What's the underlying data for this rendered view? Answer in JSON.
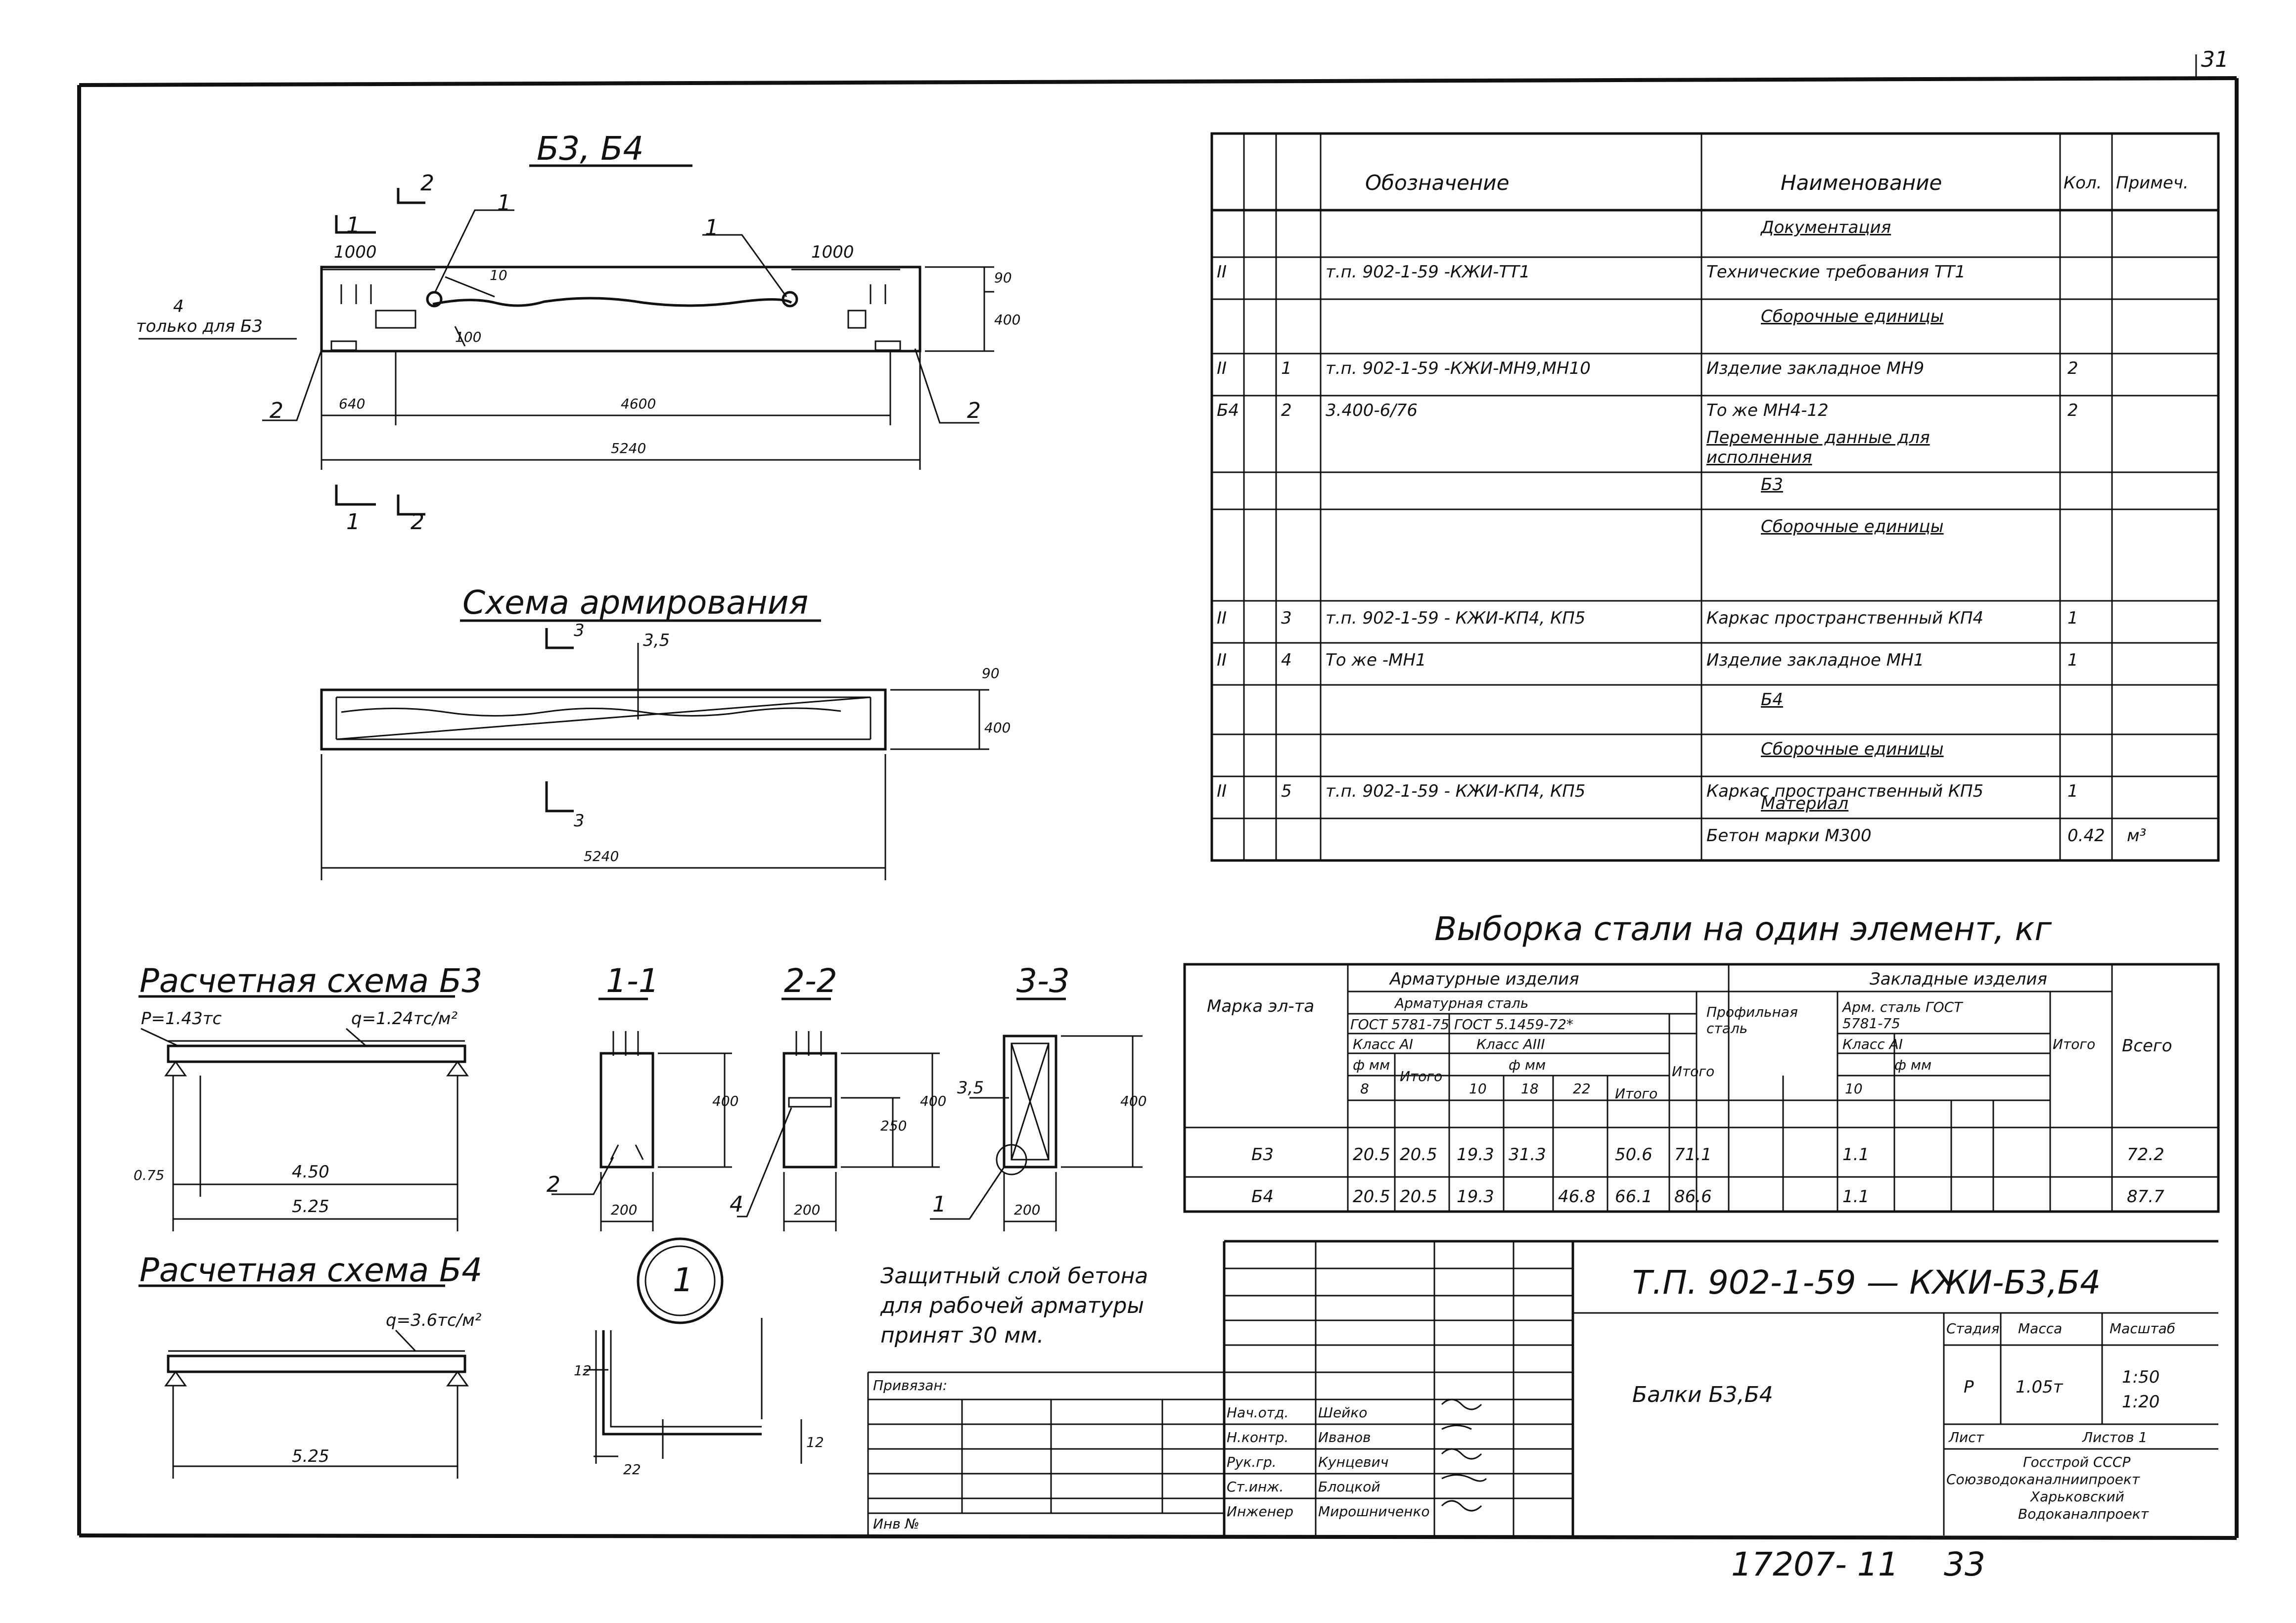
{
  "sheet": {
    "page_number": "31",
    "footer_number": "17207- 11",
    "footer_page": "33"
  },
  "drawing": {
    "title": "Б3, Б4",
    "only_b3_note": "только для Б3",
    "dims": {
      "d1000_left": "1000",
      "d1000_right": "1000",
      "d640": "640",
      "d4600": "4600",
      "d5240": "5240",
      "d10": "10",
      "d90": "90",
      "d400": "400",
      "d100": "100"
    },
    "callouts": {
      "c1": "1",
      "c1b": "1",
      "c2": "2",
      "c2b": "2",
      "c2c": "2",
      "c4": "4",
      "s1": "1",
      "s2": "2",
      "s2b": "2",
      "s1b": "1"
    }
  },
  "reinforcement": {
    "title": "Схема армирования",
    "label_35": "3,5",
    "sec3a": "3",
    "sec3b": "3",
    "d90": "90",
    "d400": "400",
    "d5240": "5240"
  },
  "calc_b3": {
    "title": "Расчетная схема Б3",
    "p_load": "P=1.43тс",
    "q_load": "q=1.24тс/м²",
    "dim_075": "0.75",
    "dim_450": "4.50",
    "dim_525": "5.25"
  },
  "calc_b4": {
    "title": "Расчетная схема Б4",
    "q_load": "q=3.6тс/м²",
    "dim_525": "5.25"
  },
  "sections": {
    "s11": {
      "title": "1-1",
      "height": "400",
      "width": "200",
      "callout": "2"
    },
    "s22": {
      "title": "2-2",
      "height": "400",
      "inner": "250",
      "width": "200",
      "callout": "4"
    },
    "s33": {
      "title": "3-3",
      "height": "400",
      "width": "200",
      "callout": "1",
      "label": "3,5"
    }
  },
  "detail": {
    "label": "1",
    "d12": "12",
    "d22": "22",
    "d12b": "12"
  },
  "note": {
    "line1": "Защитный слой бетона",
    "line2": "для рабочей арматуры",
    "line3": "принят 30 мм."
  },
  "spec_table": {
    "headers": {
      "oboz": "Обозначение",
      "naim": "Наименование",
      "kol": "Кол.",
      "prim": "Примеч."
    },
    "rows": [
      {
        "a": "",
        "b": "",
        "oboz": "",
        "naim": "Документация",
        "kol": "",
        "prim": "",
        "underline": true
      },
      {
        "a": "II",
        "b": "",
        "oboz": "т.п. 902-1-59  -КЖИ-ТТ1",
        "naim": "Технические требования ТТ1",
        "kol": "",
        "prim": ""
      },
      {
        "a": "",
        "b": "",
        "oboz": "",
        "naim": "Сборочные   единицы",
        "kol": "",
        "prim": "",
        "underline": true
      },
      {
        "a": "II",
        "b": "1",
        "oboz": "т.п. 902-1-59  -КЖИ-МН9,МН10",
        "naim": "Изделие закладное      МН9",
        "kol": "2",
        "prim": ""
      },
      {
        "a": "Б4",
        "b": "2",
        "oboz": "3.400-6/76",
        "naim": "То же               МН4-12",
        "kol": "2",
        "prim": ""
      },
      {
        "a": "",
        "b": "",
        "oboz": "",
        "naim": "Переменные данные для исполнения",
        "kol": "",
        "prim": ""
      },
      {
        "a": "",
        "b": "",
        "oboz": "",
        "naim": "Б3",
        "kol": "",
        "prim": "",
        "underline": true
      },
      {
        "a": "",
        "b": "",
        "oboz": "",
        "naim": "Сборочные   единицы",
        "kol": "",
        "prim": "",
        "underline": true
      },
      {
        "a": "II",
        "b": "3",
        "oboz": "т.п. 902-1-59 - КЖИ-КП4, КП5",
        "naim": "Каркас пространственный КП4",
        "kol": "1",
        "prim": ""
      },
      {
        "a": "II",
        "b": "4",
        "oboz": "То же               -МН1",
        "naim": "Изделие закладное      МН1",
        "kol": "1",
        "prim": ""
      },
      {
        "a": "",
        "b": "",
        "oboz": "",
        "naim": "Б4",
        "kol": "",
        "prim": "",
        "underline": true
      },
      {
        "a": "",
        "b": "",
        "oboz": "",
        "naim": "Сборочные   единицы",
        "kol": "",
        "prim": "",
        "underline": true
      },
      {
        "a": "II",
        "b": "5",
        "oboz": "т.п. 902-1-59 - КЖИ-КП4, КП5",
        "naim": "Каркас пространственный КП5",
        "kol": "1",
        "prim": ""
      },
      {
        "a": "",
        "b": "",
        "oboz": "",
        "naim": "Материал",
        "kol": "",
        "prim": "",
        "underline": true
      },
      {
        "a": "",
        "b": "",
        "oboz": "",
        "naim": "Бетон марки М300",
        "kol": "0.42",
        "prim": "м³"
      }
    ]
  },
  "steel_table": {
    "title": "Выборка стали на один элемент, кг",
    "h_marka": "Марка эл-та",
    "h_armat": "Арматурные изделия",
    "h_armsteel": "Арматурная сталь",
    "h_gost1": "ГОСТ 5781-75",
    "h_gost2": "ГОСТ 5.1459-72*",
    "h_klass_a1": "Класс АI",
    "h_klass_a3": "Класс АIII",
    "h_fmm1": "ф мм",
    "h_fmm2": "ф мм",
    "h_itogo1": "Итого",
    "h_itogo2": "Итого",
    "h_itogo3": "Итого",
    "h_d8": "8",
    "h_d10": "10",
    "h_d18": "18",
    "h_d22": "22",
    "h_zaklad": "Закладные изделия",
    "h_prof": "Профильная сталь",
    "h_armsteel2": "Арм. сталь ГОСТ 5781-75",
    "h_klass_a12": "Класс АI",
    "h_fmm3": "ф мм",
    "h_d10b": "10",
    "h_itogo4": "Итого",
    "h_vsego": "Всего",
    "rows": [
      {
        "marka": "Б3",
        "v8": "20.5",
        "it1": "20.5",
        "v10": "19.3",
        "v18": "31.3",
        "v22": "",
        "it2": "50.6",
        "it3": "71.1",
        "z10": "1.1",
        "vsego": "72.2"
      },
      {
        "marka": "Б4",
        "v8": "20.5",
        "it1": "20.5",
        "v10": "19.3",
        "v18": "",
        "v22": "46.8",
        "it2": "66.1",
        "it3": "86.6",
        "z10": "1.1",
        "vsego": "87.7"
      }
    ]
  },
  "title_block": {
    "code": "Т.П. 902-1-59  —  КЖИ-Б3,Б4",
    "name": "Балки Б3,Б4",
    "privyazan": "Привязан:",
    "inv": "Инв №",
    "h_stadia": "Стадия",
    "h_massa": "Масса",
    "h_masshtab": "Масштаб",
    "stadia": "Р",
    "massa": "1.05т",
    "masshtab1": "1:50",
    "masshtab2": "1:20",
    "list": "Лист",
    "listov": "Листов 1",
    "org1": "Госстрой СССР",
    "org2": "Союзводоканалниипроект",
    "org3": "Харьковский",
    "org4": "Водоканалпроект",
    "people": [
      {
        "role": "Нач.отд.",
        "name": "Шейко"
      },
      {
        "role": "Н.контр.",
        "name": "Иванов"
      },
      {
        "role": "Рук.гр.",
        "name": "Кунцевич"
      },
      {
        "role": "Ст.инж.",
        "name": "Блоцкой"
      },
      {
        "role": "Инженер",
        "name": "Мирошниченко"
      }
    ]
  }
}
